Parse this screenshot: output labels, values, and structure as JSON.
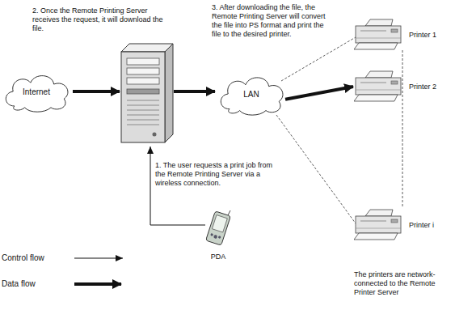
{
  "diagram": {
    "nodes": [
      {
        "text": [
          "Internet"
        ]
      },
      {
        "text": [
          "LAN"
        ]
      },
      {
        "text": [
          "Printer 1"
        ]
      },
      {
        "text": [
          "Printer 2"
        ]
      },
      {
        "text": [
          "Printer i"
        ]
      },
      {
        "text": [
          "PDA"
        ]
      }
    ],
    "edges": [
      {
        "from": 1,
        "to": 3,
        "arrow": "to"
      }
    ],
    "labels": [
      "2. Once the Remote Printing Server receives the request, it will download the file.",
      "3. After downloading the file, the Remote Printing Server will convert the file into PS format and print the file to the desired printer.",
      "1. The user requests a print job from the Remote Printing Server via a wireless connection.",
      "The printers are network-connected to the Remote Printer Server"
    ],
    "legend": [
      {
        "text": "Control flow"
      },
      {
        "text": "Data flow"
      }
    ]
  }
}
